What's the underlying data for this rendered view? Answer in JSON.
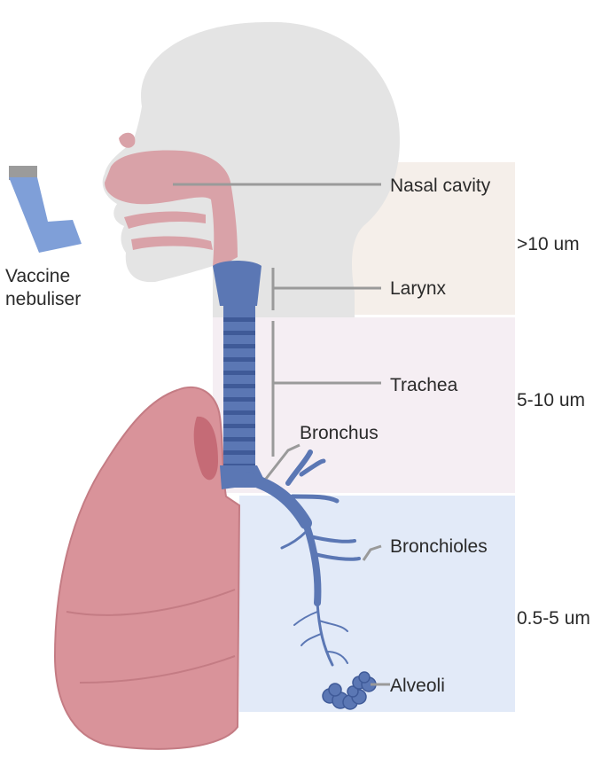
{
  "device": {
    "label_line1": "Vaccine",
    "label_line2": "nebuliser",
    "icon": "inhaler-icon"
  },
  "structures": {
    "nasal_cavity": "Nasal cavity",
    "larynx": "Larynx",
    "trachea": "Trachea",
    "bronchus": "Bronchus",
    "bronchioles": "Bronchioles",
    "alveoli": "Alveoli"
  },
  "zones": [
    {
      "size": ">10 um",
      "color": "#f5efea"
    },
    {
      "size": "5-10 um",
      "color": "#f5eef3"
    },
    {
      "size": "0.5-5 um",
      "color": "#e2eaf8"
    }
  ],
  "colors": {
    "head": "#e4e4e4",
    "nasal": "#d9a2a8",
    "airway": "#5b77b4",
    "airway_dark": "#3f5a98",
    "lung": "#d9939a",
    "leader": "#9a9a9a",
    "device": "#7f9fd8"
  }
}
